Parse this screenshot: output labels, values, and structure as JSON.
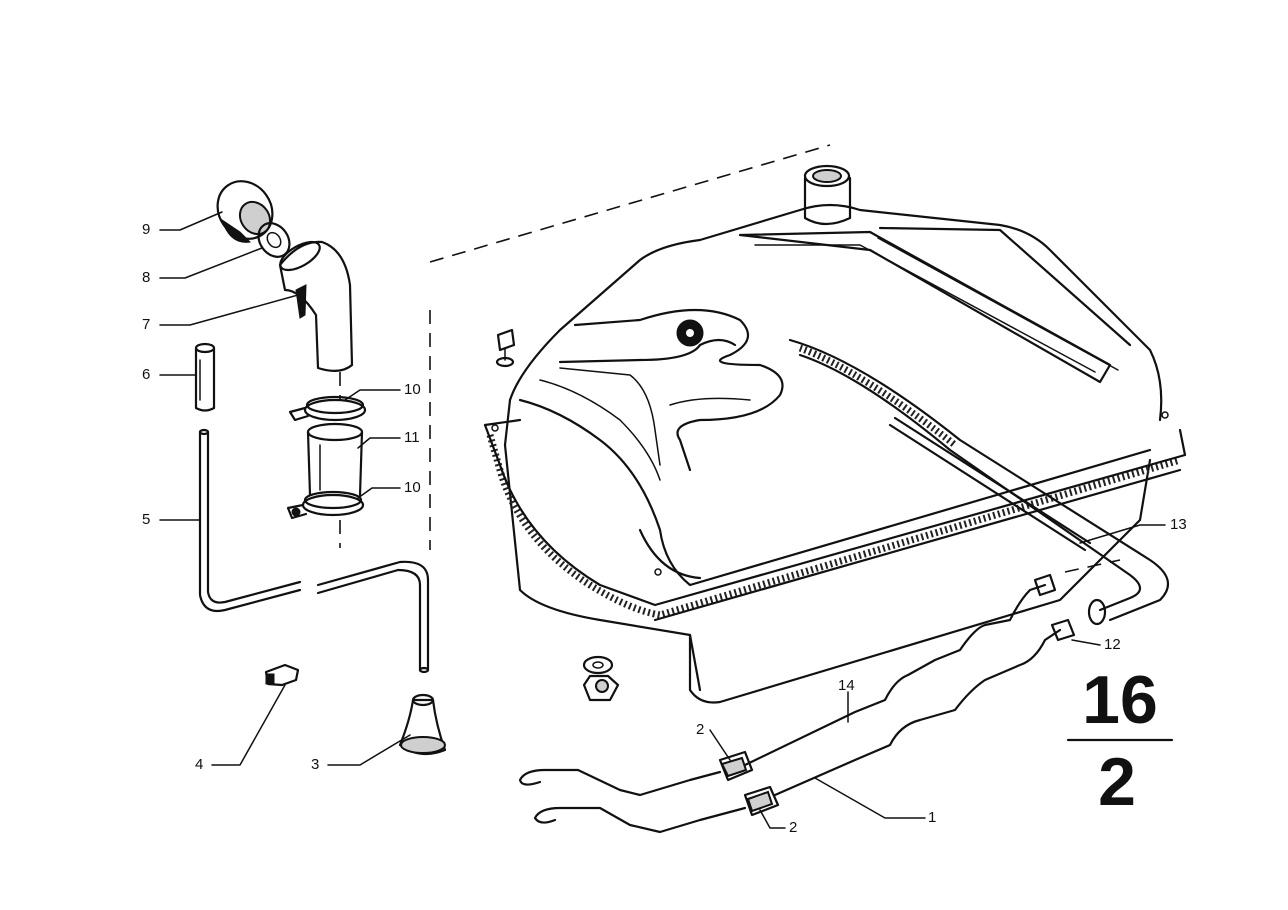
{
  "callouts": [
    {
      "id": "c9",
      "text": "9"
    },
    {
      "id": "c8",
      "text": "8"
    },
    {
      "id": "c7",
      "text": "7"
    },
    {
      "id": "c6",
      "text": "6"
    },
    {
      "id": "c5",
      "text": "5"
    },
    {
      "id": "c4",
      "text": "4"
    },
    {
      "id": "c3",
      "text": "3"
    },
    {
      "id": "c10a",
      "text": "10"
    },
    {
      "id": "c11",
      "text": "11"
    },
    {
      "id": "c10b",
      "text": "10"
    },
    {
      "id": "c13",
      "text": "13"
    },
    {
      "id": "c12",
      "text": "12"
    },
    {
      "id": "c14",
      "text": "14"
    },
    {
      "id": "c2a",
      "text": "2"
    },
    {
      "id": "c2b",
      "text": "2"
    },
    {
      "id": "c1",
      "text": "1"
    }
  ],
  "figure": {
    "group": "16",
    "sub": "2"
  },
  "parts": {
    "fuel_tank": "fuel-tank",
    "filler_neck": "filler-neck-hose",
    "cap": "filler-cap",
    "seal": "seal-ring",
    "vent_hose": "vent-hose",
    "hose_clip": "hose-clip",
    "grommet": "rubber-grommet",
    "connecting_hose": "connecting-hose",
    "hose_clamp": "hose-clamp",
    "drain_tube": "drain-tube",
    "fuel_line": "fuel-line",
    "return_line": "return-line",
    "strap": "tank-strap"
  }
}
